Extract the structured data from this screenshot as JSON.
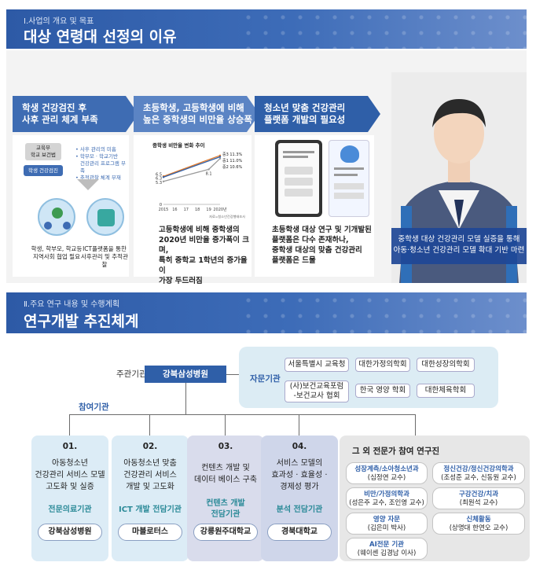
{
  "section1": {
    "sub": "Ⅰ.사업의 개요 및 목표",
    "title": "대상 연령대 선정의 이유",
    "card1": {
      "header1": "학생 건강검진 후",
      "header2": "사후 관리 체계 부족",
      "box_a_line1": "교육부",
      "box_a_line2": "학교 보건법",
      "box_b": "학생 건강검진",
      "bullet1": "• 사후 관리의 미흡",
      "bullet2": "• 학부모 · 학교기반",
      "bullet3": "건강관리 프로그램 부족",
      "bullet4": "• 추적관찰 체계 부재",
      "circle1_line1": "학생, 학부모, 학교등",
      "circle1_line2": "지역사회 협업 필요",
      "circle2_line1": "ICT플랫폼을 통한",
      "circle2_line2": "사후관리 및 추적관찰"
    },
    "card2": {
      "header1": "초등학생, 고등학생에 비해",
      "header2": "높은 중학생의 비만율 상승폭",
      "chart_title": "중학생 비만율 변화 추이",
      "source": "자료=청소년건강행태조사",
      "line1": "고등학생에 비해 중학생의",
      "line2": "2020년 비만율 증가폭이 크며,",
      "line3": "특히 중학교 1학년의 증가율이",
      "line4": "가장 두드러짐"
    },
    "card3": {
      "header1": "청소년 맞춤 건강관리",
      "header2": "플랫폼 개발의 필요성",
      "line1": "초등학생 대상 연구 및 기개발된",
      "line2": "플랫폼은 다수 존재하나,",
      "line3": "중학생 대상의 맞춤 건강관리",
      "line4": "플랫폼은 드물"
    },
    "caption1": "중학생 대상 건강관리 모델 실증을 통해",
    "caption2": "아동·청소년 건강관리 모델 확대 기반 마련"
  },
  "chart_data": {
    "type": "line",
    "title": "중학생 비만율 변화 추이",
    "x": [
      "2015",
      "16",
      "17",
      "18",
      "19",
      "2020년"
    ],
    "series": [
      {
        "name": "중3",
        "values": [
          6.5,
          null,
          null,
          null,
          null,
          11.3
        ]
      },
      {
        "name": "중1",
        "values": [
          6.3,
          null,
          null,
          null,
          null,
          11.0
        ]
      },
      {
        "name": "중2",
        "values": [
          5.3,
          null,
          null,
          null,
          8.1,
          10.6
        ]
      }
    ],
    "ytick_labels": [
      "6.5",
      "6.3",
      "5.3",
      "8.1",
      "0"
    ],
    "end_labels": [
      "중3 11.3%",
      "중1 11.0%",
      "중2 10.6%"
    ],
    "ylim": [
      0,
      12
    ]
  },
  "section2": {
    "sub": "Ⅱ.주요 연구 내용 및 수행계획",
    "title": "연구개발 추진체계",
    "host_label": "주관기관",
    "host_org": "강북삼성병원",
    "advisory_label": "자문기관",
    "advisory": [
      "서울특별시 교육청",
      "대한가정의학회",
      "대한성장의학회",
      "(사)보건교육포럼",
      "-보건교사 협회",
      "한국 영양 학회",
      "대한체육학회"
    ],
    "participant_label": "참여기관",
    "columns": [
      {
        "num": "01.",
        "t1": "아동청소년",
        "t2": "건강관리 서비스 모델",
        "t3": "고도화 및 실증",
        "role": "전문의료기관",
        "org": "강북삼성병원"
      },
      {
        "num": "02.",
        "t1": "아동청소년 맞춤",
        "t2": "건강관리 서비스",
        "t3": "개발 및 고도화",
        "role": "ICT 개발 전담기관",
        "org": "마블로터스"
      },
      {
        "num": "03.",
        "t1": "컨텐츠 개발 및",
        "t2": "데이터 베이스 구축",
        "t3": "",
        "role1": "컨텐츠 개발",
        "role2": "전담기관",
        "org": "강릉원주대학교"
      },
      {
        "num": "04.",
        "t1": "서비스 모델의",
        "t2": "효과성 · 효율성 ·",
        "t3": "경제성 평가",
        "role": "분석 전담기관",
        "org": "경북대학교"
      }
    ],
    "experts": {
      "title": "그 외 전문가 참여 연구진",
      "e1a": "성장계측/소아청소년과",
      "e1b": "(심정연 교수)",
      "e2a": "정신건강/정신건강의학과",
      "e2b": "(조성준 교수, 신동원 교수)",
      "e3a": "비만/가정의학과",
      "e3b": "(성은주 교수, 조인영 교수)",
      "e4a": "구강건강/치과",
      "e4b": "(최원석 교수)",
      "e5a": "영양 자문",
      "e5b": "(김은미 박사)",
      "e6a": "신체활동",
      "e6b": "(상명대 한연오 교수)",
      "e7a": "AI전문 기관",
      "e7b": "(웨이센 김경남 이사)"
    }
  },
  "colors": {
    "banner": "#2d5aa6",
    "card_header1": "#3e6cb3",
    "card_header2": "#5b84c4",
    "card_header3": "#2f5fa8",
    "col1": "#dcecf6",
    "col2": "#dcecf6",
    "col3": "#d9dcec",
    "col4": "#cfd6ea",
    "advisory_bg": "#dcecf4"
  }
}
